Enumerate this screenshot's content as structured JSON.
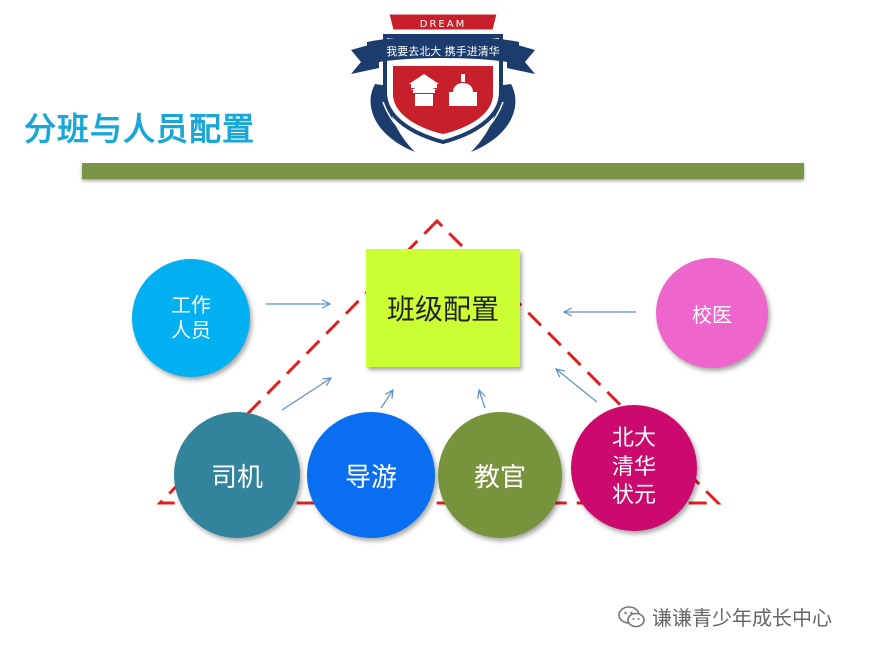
{
  "header": {
    "title": "分班与人员配置"
  },
  "logo": {
    "banner_text": "DREAM",
    "ribbon_text": "我要去北大 携手进清华",
    "colors": {
      "red": "#c8202a",
      "navy": "#1d3c6e"
    }
  },
  "diagram": {
    "center_label": "班级配置",
    "nodes": {
      "staff": {
        "line1": "工作",
        "line2": "人员"
      },
      "doctor": {
        "label": "校医"
      },
      "driver": {
        "label": "司机"
      },
      "guide": {
        "label": "导游"
      },
      "officer": {
        "label": "教官"
      },
      "champion": {
        "line1": "北大",
        "line2": "清华",
        "line3": "状元"
      }
    },
    "colors": {
      "center": "#ccff33",
      "staff": "#00b0f0",
      "doctor": "#ee66cc",
      "driver": "#31849b",
      "guide": "#0a6ef0",
      "officer": "#77933c",
      "champion": "#cc0a6e",
      "triangle": "#e02020",
      "arrow": "#5a8fc8"
    }
  },
  "watermark": {
    "text": "谦谦青少年成长中心",
    "icon": "wechat-icon"
  }
}
